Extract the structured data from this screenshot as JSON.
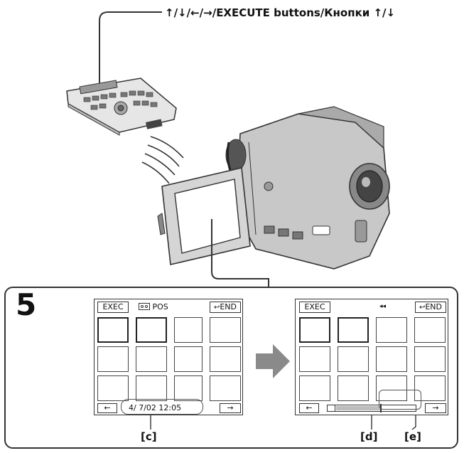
{
  "header": {
    "label": "↑/↓/←/→/EXECUTE buttons/Кнопки ↑/↓"
  },
  "step": {
    "number": "5"
  },
  "screen_left": {
    "exec_label": "EXEC",
    "pos_label": "POS",
    "end_label": "END",
    "date_text": "4/  7/02  12:05",
    "left_arrow": "←",
    "right_arrow": "→"
  },
  "screen_right": {
    "exec_label": "EXEC",
    "rewind_symbol": "◂◂",
    "end_label": "END",
    "left_arrow": "←",
    "right_arrow": "→"
  },
  "callouts": {
    "c": "[c]",
    "d": "[d]",
    "e": "[e]"
  },
  "icons": [
    "arrow-right-icon",
    "return-icon",
    "cassette-icon",
    "remote-control",
    "camcorder"
  ],
  "colors": {
    "line": "#333333",
    "arrow": "#8a8a8a",
    "body": "#cccccc",
    "dark": "#555555"
  }
}
